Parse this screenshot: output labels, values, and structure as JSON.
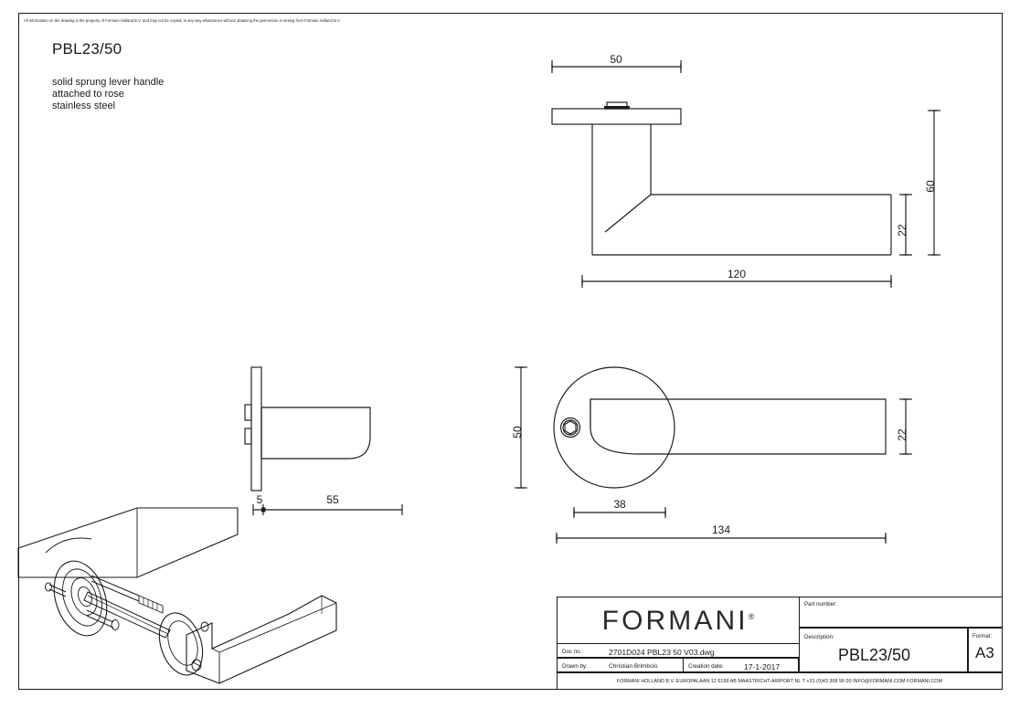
{
  "document": {
    "copyright_notice": "All information on the drawing is the property of Formani Holland B.V. and may not be copied, in any way whatsoever without obtaining the permission in writing from Formani Holland B.V",
    "part_title": "PBL23/50",
    "description_lines": [
      "solid sprung lever handle",
      "attached to rose",
      "stainless steel"
    ]
  },
  "dimensions": {
    "top_view": {
      "rose_width": "50",
      "lever_length": "120",
      "lever_height": "22",
      "total_height": "60"
    },
    "side_view": {
      "rose_thickness": "5",
      "projection": "55"
    },
    "front_view": {
      "rose_diameter": "50",
      "rose_offset": "38",
      "overall_length": "134",
      "lever_height": "22"
    }
  },
  "title_block": {
    "logo_text": "FORMANI",
    "logo_registered": "®",
    "doc_no_label": "Doc no.:",
    "doc_no_value": "2701D024 PBL23 50 V03.dwg",
    "drawn_by_label": "Drawn by:",
    "drawn_by_value": "Christian Brimbois",
    "creation_date_label": "Creation date:",
    "creation_date_value": "17-1-2017",
    "part_number_label": "Part number:",
    "part_number_value": "",
    "description_label": "Description:",
    "description_value": "PBL23/50",
    "format_label": "Format:",
    "format_value": "A3",
    "footer": "FORMANI HOLLAND B.V.  EUROPALAAN 12  6199 AB MAASTRICHT-AIRPORT NL  T +31 (0)43 308 90 00 INFO@FORMANI.COM FORMANI.COM"
  },
  "colors": {
    "line": "#1a1a1a",
    "background": "#ffffff"
  }
}
